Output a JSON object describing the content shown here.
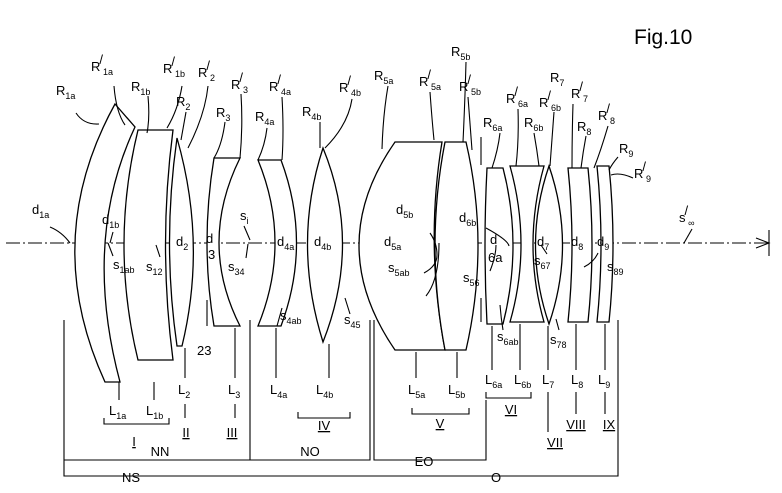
{
  "figure": {
    "title": "Fig.10"
  },
  "radius_labels": [
    {
      "base": "R",
      "sub": "1a",
      "prime": false
    },
    {
      "base": "R",
      "sub": "1a",
      "prime": true
    },
    {
      "base": "R",
      "sub": "1b",
      "prime": false
    },
    {
      "base": "R",
      "sub": "1b",
      "prime": true
    },
    {
      "base": "R",
      "sub": "2",
      "prime": false
    },
    {
      "base": "R",
      "sub": "2",
      "prime": true
    },
    {
      "base": "R",
      "sub": "3",
      "prime": false
    },
    {
      "base": "R",
      "sub": "3",
      "prime": true
    },
    {
      "base": "R",
      "sub": "4a",
      "prime": false
    },
    {
      "base": "R",
      "sub": "4a",
      "prime": true
    },
    {
      "base": "R",
      "sub": "4b",
      "prime": false
    },
    {
      "base": "R",
      "sub": "4b",
      "prime": true
    },
    {
      "base": "R",
      "sub": "5a",
      "prime": false
    },
    {
      "base": "R",
      "sub": "5a",
      "prime": true
    },
    {
      "base": "R",
      "sub": "5b",
      "prime": false
    },
    {
      "base": "R",
      "sub": "5b",
      "prime": true
    },
    {
      "base": "R",
      "sub": "6a",
      "prime": false
    },
    {
      "base": "R",
      "sub": "6a",
      "prime": true
    },
    {
      "base": "R",
      "sub": "6b",
      "prime": false
    },
    {
      "base": "R",
      "sub": "6b",
      "prime": true
    },
    {
      "base": "R",
      "sub": "7",
      "prime": false
    },
    {
      "base": "R",
      "sub": "7",
      "prime": true
    },
    {
      "base": "R",
      "sub": "8",
      "prime": false
    },
    {
      "base": "R",
      "sub": "8",
      "prime": true
    },
    {
      "base": "R",
      "sub": "9",
      "prime": false
    },
    {
      "base": "R",
      "sub": "9",
      "prime": true
    }
  ],
  "thickness_labels": [
    {
      "base": "d",
      "sub": "1a"
    },
    {
      "base": "d",
      "sub": "1b"
    },
    {
      "base": "d",
      "sub": "2"
    },
    {
      "base": "d",
      "sub": "3"
    },
    {
      "base": "d",
      "sub": "4a"
    },
    {
      "base": "d",
      "sub": "4b"
    },
    {
      "base": "d",
      "sub": "5a"
    },
    {
      "base": "d",
      "sub": "5b"
    },
    {
      "base": "d",
      "sub": "6b"
    },
    {
      "base": "d",
      "sub": "6a"
    },
    {
      "base": "d",
      "sub": "7"
    },
    {
      "base": "d",
      "sub": "8"
    },
    {
      "base": "d",
      "sub": "9"
    }
  ],
  "spacing_labels": [
    {
      "base": "s",
      "sub": "1ab",
      "prime": false
    },
    {
      "base": "s",
      "sub": "12",
      "prime": false
    },
    {
      "base": "s",
      "sub": "i",
      "prime": false
    },
    {
      "base": "s",
      "sub": "34",
      "prime": false
    },
    {
      "base": "s",
      "sub": "4ab",
      "prime": false
    },
    {
      "base": "s",
      "sub": "45",
      "prime": false
    },
    {
      "base": "s",
      "sub": "5ab",
      "prime": false
    },
    {
      "base": "s",
      "sub": "56",
      "prime": false
    },
    {
      "base": "s",
      "sub": "6ab",
      "prime": false
    },
    {
      "base": "s",
      "sub": "67",
      "prime": false
    },
    {
      "base": "s",
      "sub": "78",
      "prime": false
    },
    {
      "base": "s",
      "sub": "89",
      "prime": false
    },
    {
      "base": "s",
      "sub": "∞",
      "prime": true
    }
  ],
  "misc_labels": [
    "23"
  ],
  "lens_labels": [
    {
      "base": "L",
      "sub": "1a"
    },
    {
      "base": "L",
      "sub": "1b"
    },
    {
      "base": "L",
      "sub": "2"
    },
    {
      "base": "L",
      "sub": "3"
    },
    {
      "base": "L",
      "sub": "4a"
    },
    {
      "base": "L",
      "sub": "4b"
    },
    {
      "base": "L",
      "sub": "5a"
    },
    {
      "base": "L",
      "sub": "5b"
    },
    {
      "base": "L",
      "sub": "6a"
    },
    {
      "base": "L",
      "sub": "6b"
    },
    {
      "base": "L",
      "sub": "7"
    },
    {
      "base": "L",
      "sub": "8"
    },
    {
      "base": "L",
      "sub": "9"
    }
  ],
  "unit_labels": [
    "I",
    "II",
    "III",
    "IV",
    "V",
    "VI",
    "VII",
    "VIII",
    "IX"
  ],
  "group_labels": [
    "NN",
    "NO",
    "NS",
    "EO",
    "O"
  ]
}
